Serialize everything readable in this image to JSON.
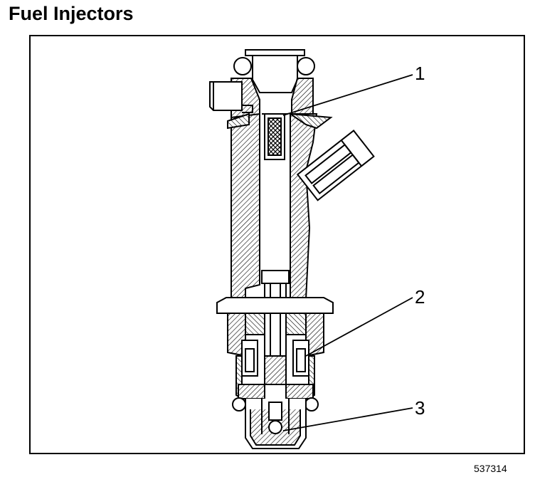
{
  "title": "Fuel Injectors",
  "figure_id": "537314",
  "callouts": [
    {
      "label": "1"
    },
    {
      "label": "2"
    },
    {
      "label": "3"
    }
  ]
}
